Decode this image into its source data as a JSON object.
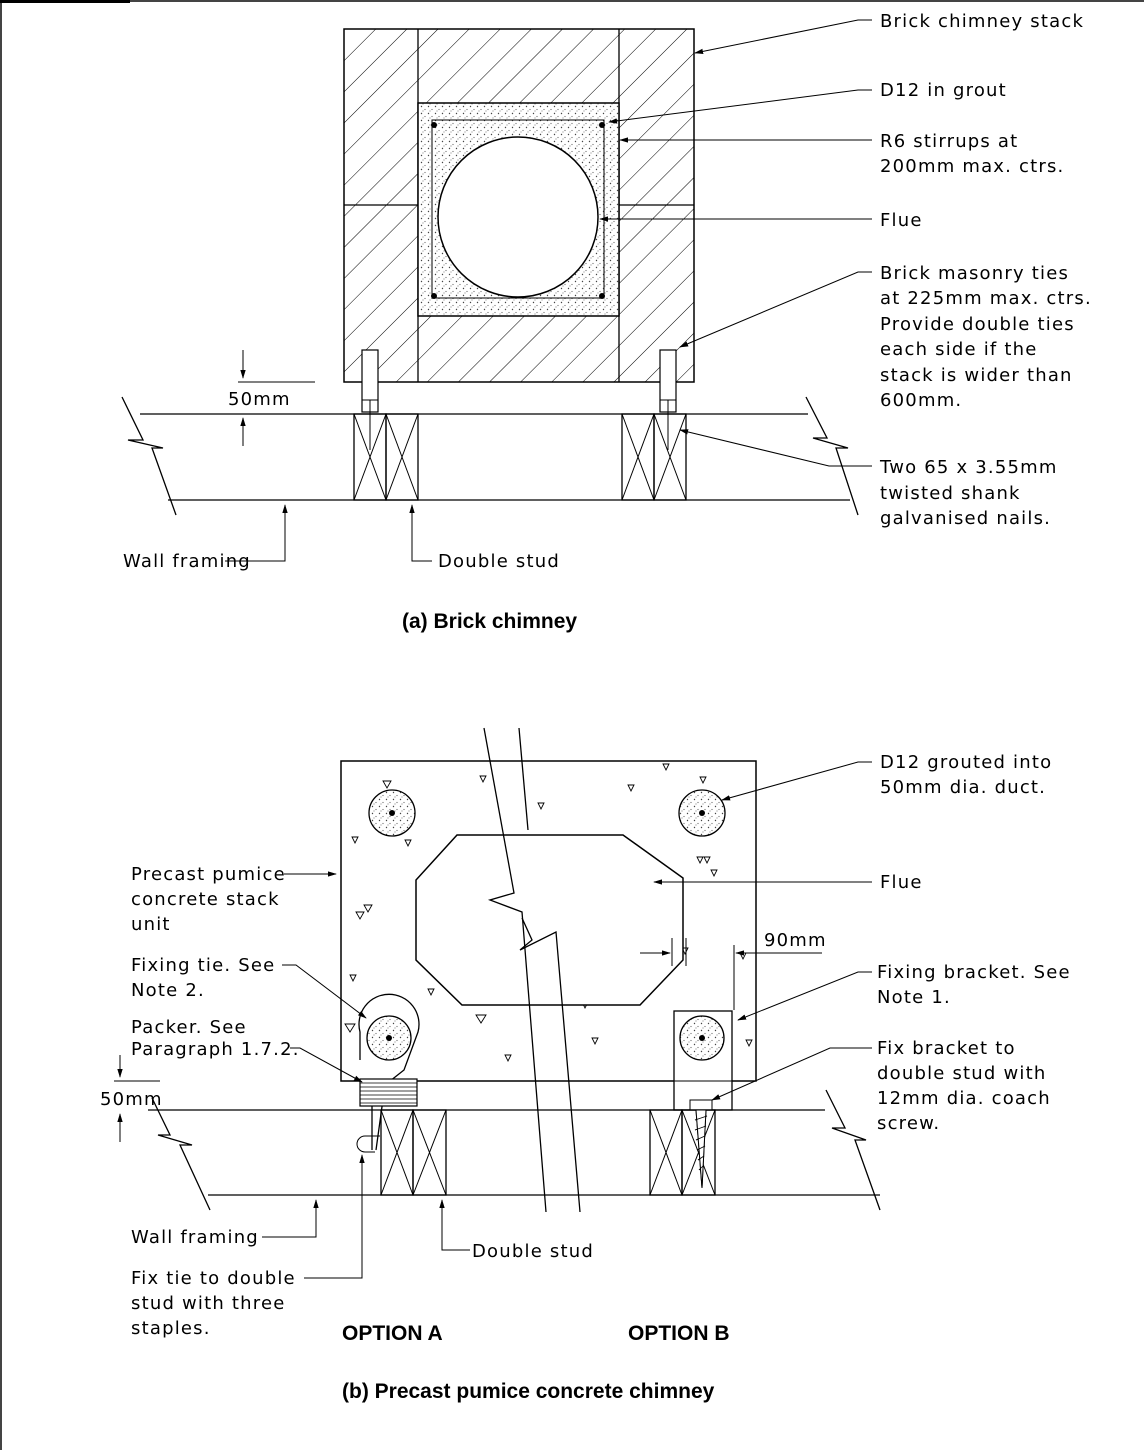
{
  "figure_a": {
    "caption": "(a)  Brick chimney",
    "labels": {
      "brick_stack": "Brick chimney stack",
      "d12_grout": "D12 in grout",
      "stirrups_1": "R6 stirrups at",
      "stirrups_2": "200mm max. ctrs.",
      "flue": "Flue",
      "ties_1": "Brick masonry ties",
      "ties_2": "at 225mm max. ctrs.",
      "ties_3": "Provide double ties",
      "ties_4": "each side if the",
      "ties_5": "stack is wider than",
      "ties_6": "600mm.",
      "nails_1": "Two 65 x 3.55mm",
      "nails_2": "twisted shank",
      "nails_3": "galvanised nails.",
      "dim_50": "50mm",
      "wall_framing": "Wall framing",
      "double_stud": "Double stud"
    }
  },
  "figure_b": {
    "caption": "(b)  Precast pumice concrete chimney",
    "option_a": "OPTION A",
    "option_b": "OPTION B",
    "labels": {
      "d12_duct_1": "D12 grouted into",
      "d12_duct_2": "50mm dia. duct.",
      "precast_1": "Precast pumice",
      "precast_2": "concrete stack",
      "precast_3": "unit",
      "flue": "Flue",
      "dim_90": "90mm",
      "fixing_tie_1": "Fixing tie. See",
      "fixing_tie_2": "Note 2.",
      "bracket_1": "Fixing bracket. See",
      "bracket_2": "Note 1.",
      "packer_1": "Packer. See",
      "packer_2": "Paragraph 1.7.2.",
      "coach_1": "Fix bracket to",
      "coach_2": "double stud with",
      "coach_3": "12mm dia. coach",
      "coach_4": "screw.",
      "dim_50": "50mm",
      "wall_framing": "Wall framing",
      "double_stud": "Double stud",
      "staples_1": "Fix tie to double",
      "staples_2": "stud with three",
      "staples_3": "staples."
    }
  }
}
